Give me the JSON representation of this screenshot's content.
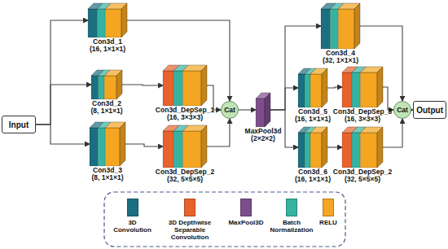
{
  "diagram": {
    "nodes": [
      {
        "text": [
          "Input"
        ]
      },
      {
        "text": [
          "Con3d_1",
          "(16, 1×1×1)"
        ]
      },
      {
        "text": [
          "Con3d_2",
          "(8, 1×1×1)"
        ]
      },
      {
        "text": [
          "Con3d_3",
          "(8, 1×1×1)"
        ]
      },
      {
        "text": [
          "Con3d_DepSep_1",
          "(16, 3×3×3)"
        ]
      },
      {
        "text": [
          "Con3d_DepSep_2",
          "(32, 5×5×5)"
        ]
      },
      {
        "text": [
          "Cat"
        ]
      },
      {
        "text": [
          "MaxPool3d",
          "(2×2×2)"
        ]
      },
      {
        "text": [
          "Con3d_4",
          "(32, 1×1×1)"
        ]
      },
      {
        "text": [
          "Con3d_5",
          "(16, 1×1×1)"
        ]
      },
      {
        "text": [
          "Con3d_6",
          "(16, 1×1×1)"
        ]
      },
      {
        "text": [
          "Con3d_DepSep_3",
          "(16, 3×3×3)"
        ]
      },
      {
        "text": [
          "Con3d_DepSep_2",
          "(32, 5×5×5)"
        ]
      },
      {
        "text": [
          "Cat"
        ]
      },
      {
        "text": [
          "Output"
        ]
      }
    ],
    "edges": [
      {
        "from": 0,
        "to": 1,
        "arrow": "to"
      },
      {
        "from": 0,
        "to": 2,
        "arrow": "to"
      },
      {
        "from": 0,
        "to": 3,
        "arrow": "to"
      },
      {
        "from": 2,
        "to": 4,
        "arrow": "to"
      },
      {
        "from": 3,
        "to": 5,
        "arrow": "to"
      },
      {
        "from": 1,
        "to": 6,
        "arrow": "to"
      },
      {
        "from": 4,
        "to": 6,
        "arrow": "to"
      },
      {
        "from": 5,
        "to": 6,
        "arrow": "to"
      },
      {
        "from": 6,
        "to": 7,
        "arrow": "to"
      },
      {
        "from": 7,
        "to": 8,
        "arrow": "to"
      },
      {
        "from": 7,
        "to": 9,
        "arrow": "to"
      },
      {
        "from": 7,
        "to": 10,
        "arrow": "to"
      },
      {
        "from": 9,
        "to": 11,
        "arrow": "to"
      },
      {
        "from": 10,
        "to": 12,
        "arrow": "to"
      },
      {
        "from": 8,
        "to": 13,
        "arrow": "to"
      },
      {
        "from": 11,
        "to": 13,
        "arrow": "to"
      },
      {
        "from": 12,
        "to": 13,
        "arrow": "to"
      },
      {
        "from": 13,
        "to": 14,
        "arrow": "to"
      }
    ],
    "legend": [
      {
        "text": "3D Convolution",
        "color": "#1b6f80"
      },
      {
        "text": "3D Depthwise Separable Convolution",
        "color": "#e8622c"
      },
      {
        "text": "MaxPool3D",
        "color": "#7d4e8c"
      },
      {
        "text": "Batch Normalization",
        "color": "#36b3a0"
      },
      {
        "text": "RELU",
        "color": "#f4a521"
      }
    ]
  }
}
